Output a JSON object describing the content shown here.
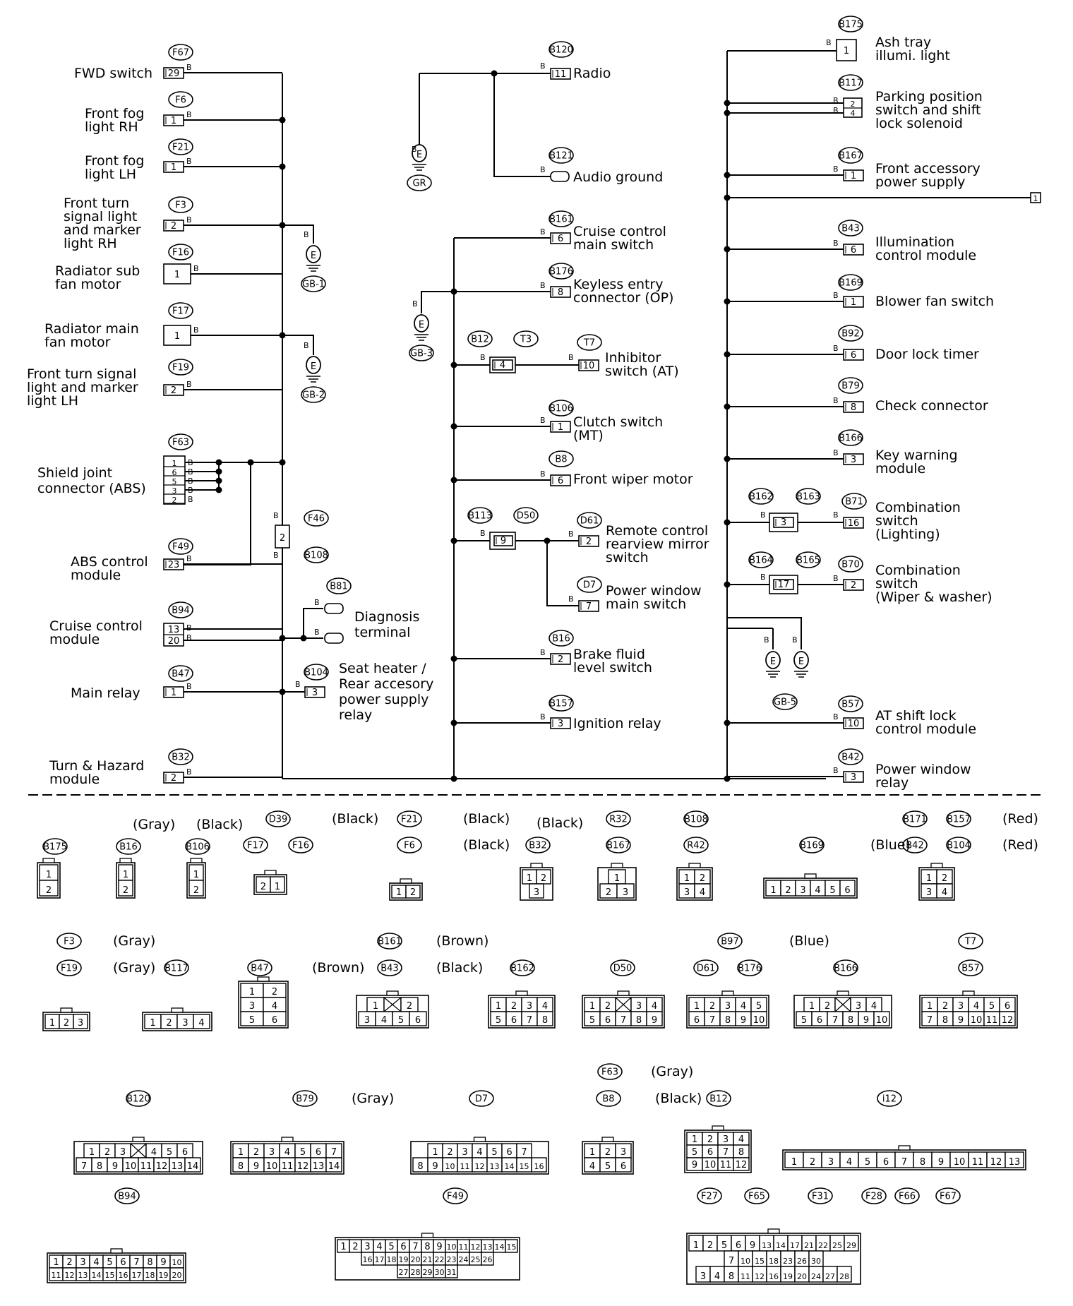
{
  "wire_color": "B",
  "components": [
    {
      "key": "fwd",
      "conn": "F67",
      "pins": [
        "29"
      ],
      "label": [
        "FWD switch"
      ]
    },
    {
      "key": "fogrh",
      "conn": "F6",
      "pins": [
        "1"
      ],
      "label": [
        "Front fog",
        "light RH"
      ]
    },
    {
      "key": "foglh",
      "conn": "F21",
      "pins": [
        "1"
      ],
      "label": [
        "Front fog",
        "light LH"
      ]
    },
    {
      "key": "turnrh",
      "conn": "F3",
      "pins": [
        "2"
      ],
      "label": [
        "Front turn",
        "signal light",
        "and marker",
        "light RH"
      ]
    },
    {
      "key": "radsub",
      "conn": "F16",
      "pins": [
        "1"
      ],
      "label": [
        "Radiator sub",
        "fan motor"
      ]
    },
    {
      "key": "radmain",
      "conn": "F17",
      "pins": [
        "1"
      ],
      "label": [
        "Radiator main",
        "fan motor"
      ]
    },
    {
      "key": "turnlh",
      "conn": "F19",
      "pins": [
        "2"
      ],
      "label": [
        "Front turn signal",
        "light  and marker",
        "light LH"
      ]
    },
    {
      "key": "shield",
      "conn": "F63",
      "pins": [
        "1",
        "6",
        "5",
        "3",
        "2"
      ],
      "label": [
        "Shield joint",
        "connector (ABS)"
      ]
    },
    {
      "key": "abs",
      "conn": "F49",
      "pins": [
        "23"
      ],
      "label": [
        "ABS control",
        "module"
      ]
    },
    {
      "key": "cruisemod",
      "conn": "B94",
      "pins": [
        "13",
        "20"
      ],
      "label": [
        "Cruise control",
        "module"
      ]
    },
    {
      "key": "mainrelay",
      "conn": "B47",
      "pins": [
        "1"
      ],
      "label": [
        "Main relay"
      ]
    },
    {
      "key": "turnhaz",
      "conn": "B32",
      "pins": [
        "2"
      ],
      "label": [
        "Turn & Hazard",
        "module"
      ]
    },
    {
      "key": "diag",
      "conn": "B81",
      "pins": [],
      "label": [
        "Diagnosis",
        "terminal"
      ]
    },
    {
      "key": "seatheater",
      "conn": "B104",
      "pins": [
        "3"
      ],
      "label": [
        "Seat heater /",
        "Rear accesory",
        "power supply",
        "relay"
      ]
    },
    {
      "key": "f46",
      "conn": "F46",
      "pins": [
        "2"
      ],
      "label": []
    },
    {
      "key": "b108",
      "conn": "B108",
      "pins": [],
      "label": []
    },
    {
      "key": "radio",
      "conn": "B120",
      "pins": [
        "11"
      ],
      "label": [
        "Radio"
      ]
    },
    {
      "key": "audiognd",
      "conn": "B121",
      "pins": [],
      "label": [
        "Audio ground"
      ]
    },
    {
      "key": "cruisesw",
      "conn": "B161",
      "pins": [
        "6"
      ],
      "label": [
        "Cruise control",
        "main switch"
      ]
    },
    {
      "key": "keyless",
      "conn": "B176",
      "pins": [
        "8"
      ],
      "label": [
        "Keyless entry",
        "connector (OP)"
      ]
    },
    {
      "key": "b12",
      "conn": "B12",
      "pins": [
        "4"
      ],
      "label": []
    },
    {
      "key": "t3",
      "conn": "T3",
      "pins": [],
      "label": []
    },
    {
      "key": "inhib",
      "conn": "T7",
      "pins": [
        "10"
      ],
      "label": [
        "Inhibitor",
        "switch (AT)"
      ]
    },
    {
      "key": "clutch",
      "conn": "B106",
      "pins": [
        "1"
      ],
      "label": [
        "Clutch switch",
        "(MT)"
      ]
    },
    {
      "key": "wiper",
      "conn": "B8",
      "pins": [
        "6"
      ],
      "label": [
        "Front wiper motor"
      ]
    },
    {
      "key": "b113",
      "conn": "B113",
      "pins": [
        "9"
      ],
      "label": []
    },
    {
      "key": "d50",
      "conn": "D50",
      "pins": [],
      "label": []
    },
    {
      "key": "mirror",
      "conn": "D61",
      "pins": [
        "2"
      ],
      "label": [
        "Remote control",
        "rearview mirror",
        "switch"
      ]
    },
    {
      "key": "pwmain",
      "conn": "D7",
      "pins": [
        "7"
      ],
      "label": [
        "Power window",
        "main switch"
      ]
    },
    {
      "key": "brake",
      "conn": "B16",
      "pins": [
        "2"
      ],
      "label": [
        "Brake fluid",
        "level switch"
      ]
    },
    {
      "key": "ign",
      "conn": "B157",
      "pins": [
        "3"
      ],
      "label": [
        "Ignition relay"
      ]
    },
    {
      "key": "ashtray",
      "conn": "B175",
      "pins": [
        "1"
      ],
      "label": [
        "Ash  tray",
        "illumi. light"
      ]
    },
    {
      "key": "parking",
      "conn": "B117",
      "pins": [
        "2",
        "4"
      ],
      "label": [
        "Parking position",
        "switch and shift",
        "lock solenoid"
      ]
    },
    {
      "key": "frontacc",
      "conn": "B167",
      "pins": [
        "1"
      ],
      "label": [
        "Front accessory",
        "power supply"
      ]
    },
    {
      "key": "illum",
      "conn": "B43",
      "pins": [
        "6"
      ],
      "label": [
        "Illumination",
        "control module"
      ]
    },
    {
      "key": "blower",
      "conn": "B169",
      "pins": [
        "1"
      ],
      "label": [
        "Blower fan switch"
      ]
    },
    {
      "key": "doorlock",
      "conn": "B92",
      "pins": [
        "6"
      ],
      "label": [
        "Door lock timer"
      ]
    },
    {
      "key": "check",
      "conn": "B79",
      "pins": [
        "8"
      ],
      "label": [
        "Check connector"
      ]
    },
    {
      "key": "keywarn",
      "conn": "B166",
      "pins": [
        "3"
      ],
      "label": [
        "Key warning",
        "module"
      ]
    },
    {
      "key": "b162",
      "conn": "B162",
      "pins": [
        "3"
      ],
      "label": []
    },
    {
      "key": "b163",
      "conn": "B163",
      "pins": [],
      "label": []
    },
    {
      "key": "comblight",
      "conn": "B71",
      "pins": [
        "16"
      ],
      "label": [
        "Combination",
        "switch",
        "(Lighting)"
      ]
    },
    {
      "key": "b164",
      "conn": "B164",
      "pins": [
        "17"
      ],
      "label": []
    },
    {
      "key": "b165",
      "conn": "B165",
      "pins": [],
      "label": []
    },
    {
      "key": "combwiper",
      "conn": "B70",
      "pins": [
        "2"
      ],
      "label": [
        "Combination",
        "switch",
        "(Wiper & washer)"
      ]
    },
    {
      "key": "atshift",
      "conn": "B57",
      "pins": [
        "10"
      ],
      "label": [
        "AT shift lock",
        "control module"
      ]
    },
    {
      "key": "pwrelay",
      "conn": "B42",
      "pins": [
        "3"
      ],
      "label": [
        "Power window",
        "relay"
      ]
    }
  ],
  "grounds": [
    {
      "key": "gr",
      "id": "GR"
    },
    {
      "key": "gb1",
      "id": "GB-1"
    },
    {
      "key": "gb2",
      "id": "GB-2"
    },
    {
      "key": "gb3",
      "id": "GB-3"
    },
    {
      "key": "gb5",
      "id": "GB-5"
    }
  ],
  "off_page_ref": "1",
  "ground_symbol": "E",
  "legend": [
    {
      "key": "l_b175",
      "ids": [
        "B175"
      ],
      "color": "",
      "rows": [
        [
          "1"
        ],
        [
          "2"
        ]
      ]
    },
    {
      "key": "l_b16",
      "ids": [
        "B16"
      ],
      "color": "(Gray)",
      "rows": [
        [
          "1"
        ],
        [
          "2"
        ]
      ]
    },
    {
      "key": "l_b106",
      "ids": [
        "B106"
      ],
      "color": "(Black)",
      "rows": [
        [
          "1"
        ],
        [
          "2"
        ]
      ]
    },
    {
      "key": "l_d39",
      "ids": [
        "D39",
        "F17",
        "F16"
      ],
      "color": "(Black)",
      "rows": [
        [
          "2",
          "1"
        ]
      ]
    },
    {
      "key": "l_f21",
      "ids": [
        "F21",
        "F6"
      ],
      "color": "(Black)",
      "rows": [
        [
          "1",
          "2"
        ]
      ]
    },
    {
      "key": "l_b32",
      "ids": [
        "B32"
      ],
      "color": "(Black)",
      "rows": [
        [
          "1",
          "2"
        ],
        [
          "3"
        ]
      ]
    },
    {
      "key": "l_r32",
      "ids": [
        "R32",
        "B167"
      ],
      "color": "",
      "rows": [
        [
          "1"
        ],
        [
          "2",
          "3"
        ]
      ]
    },
    {
      "key": "l_b108",
      "ids": [
        "B108",
        "R42"
      ],
      "color": "",
      "rows": [
        [
          "1",
          "2"
        ],
        [
          "3",
          "4"
        ]
      ]
    },
    {
      "key": "l_b169",
      "ids": [
        "B169"
      ],
      "color": "(Blue)",
      "rows": [
        [
          "1",
          "2",
          "3",
          "4",
          "5",
          "6"
        ]
      ]
    },
    {
      "key": "l_b171",
      "ids": [
        "B171",
        "B157",
        "B42",
        "B104"
      ],
      "color": "(Red)",
      "rows": [
        [
          "1",
          "2"
        ],
        [
          "3",
          "4"
        ]
      ]
    },
    {
      "key": "l_f3",
      "ids": [
        "F3",
        "F19"
      ],
      "color": "(Gray)",
      "rows": [
        [
          "1",
          "2",
          "3"
        ]
      ]
    },
    {
      "key": "l_b117",
      "ids": [
        "B117"
      ],
      "color": "",
      "rows": [
        [
          "1",
          "2",
          "3",
          "4"
        ]
      ]
    },
    {
      "key": "l_b47",
      "ids": [
        "B47"
      ],
      "color": "(Brown)",
      "rows": [
        [
          "1",
          "2"
        ],
        [
          "3",
          "4"
        ],
        [
          "5",
          "6"
        ]
      ]
    },
    {
      "key": "l_b161",
      "ids": [
        "B161"
      ],
      "color": "(Brown)",
      "rows": [
        [
          "1",
          "",
          "2"
        ],
        [
          "3",
          "4",
          "5",
          "6"
        ]
      ]
    },
    {
      "key": "l_b43",
      "ids": [
        "B43"
      ],
      "color": "(Black)",
      "rows": []
    },
    {
      "key": "l_b162",
      "ids": [
        "B162"
      ],
      "color": "",
      "rows": [
        [
          "1",
          "2",
          "3",
          "4"
        ],
        [
          "5",
          "6",
          "7",
          "8"
        ]
      ]
    },
    {
      "key": "l_d50",
      "ids": [
        "D50"
      ],
      "color": "",
      "rows": [
        [
          "1",
          "2",
          "",
          "3",
          "4"
        ],
        [
          "5",
          "6",
          "7",
          "8",
          "9"
        ]
      ]
    },
    {
      "key": "l_b97",
      "ids": [
        "B97",
        "D61",
        "B176"
      ],
      "color": "(Blue)",
      "rows": [
        [
          "1",
          "2",
          "3",
          "4",
          "5"
        ],
        [
          "6",
          "7",
          "8",
          "9",
          "10"
        ]
      ]
    },
    {
      "key": "l_b166",
      "ids": [
        "B166"
      ],
      "color": "",
      "rows": [
        [
          "1",
          "2",
          "",
          "3",
          "4"
        ],
        [
          "5",
          "6",
          "7",
          "8",
          "9",
          "10"
        ]
      ]
    },
    {
      "key": "l_t7",
      "ids": [
        "T7",
        "B57"
      ],
      "color": "",
      "rows": [
        [
          "1",
          "2",
          "3",
          "4",
          "5",
          "6"
        ],
        [
          "7",
          "8",
          "9",
          "10",
          "11",
          "12"
        ]
      ]
    },
    {
      "key": "l_b120",
      "ids": [
        "B120"
      ],
      "color": "",
      "rows": [
        [
          "1",
          "2",
          "3",
          "",
          "4",
          "5",
          "6"
        ],
        [
          "7",
          "8",
          "9",
          "10",
          "11",
          "12",
          "13",
          "14"
        ]
      ]
    },
    {
      "key": "l_b79",
      "ids": [
        "B79"
      ],
      "color": "(Gray)",
      "rows": [
        [
          "1",
          "2",
          "3",
          "4",
          "5",
          "6",
          "7"
        ],
        [
          "8",
          "9",
          "10",
          "11",
          "12",
          "13",
          "14"
        ]
      ]
    },
    {
      "key": "l_d7",
      "ids": [
        "D7"
      ],
      "color": "",
      "rows": [
        [
          "1",
          "2",
          "3",
          "4",
          "5",
          "6",
          "7"
        ],
        [
          "8",
          "9",
          "10",
          "11",
          "12",
          "13",
          "14",
          "15",
          "16"
        ]
      ]
    },
    {
      "key": "l_f63",
      "ids": [
        "F63",
        "B8"
      ],
      "colors": [
        "(Gray)",
        "(Black)"
      ],
      "rows": [
        [
          "1",
          "2",
          "3"
        ],
        [
          "4",
          "5",
          "6"
        ]
      ]
    },
    {
      "key": "l_b12",
      "ids": [
        "B12"
      ],
      "color": "",
      "rows": [
        [
          "1",
          "2",
          "3",
          "4"
        ],
        [
          "5",
          "6",
          "7",
          "8"
        ],
        [
          "9",
          "10",
          "11",
          "12"
        ]
      ]
    },
    {
      "key": "l_i12",
      "ids": [
        "i12"
      ],
      "color": "",
      "rows": [
        [
          "1",
          "2",
          "3",
          "4",
          "5",
          "6",
          "7",
          "8",
          "9",
          "10",
          "11",
          "12",
          "13"
        ]
      ]
    },
    {
      "key": "l_b94",
      "ids": [
        "B94"
      ],
      "color": "",
      "rows": [
        [
          "1",
          "2",
          "3",
          "4",
          "5",
          "6",
          "7",
          "8",
          "9",
          "10"
        ],
        [
          "11",
          "12",
          "13",
          "14",
          "15",
          "16",
          "17",
          "18",
          "19",
          "20"
        ]
      ]
    },
    {
      "key": "l_f49",
      "ids": [
        "F49"
      ],
      "color": "",
      "rows": [
        [
          "1",
          "2",
          "3",
          "4",
          "5",
          "6",
          "7",
          "8",
          "9",
          "10",
          "11",
          "12",
          "13",
          "14",
          "15"
        ],
        [
          "16",
          "17",
          "18",
          "19",
          "20",
          "21",
          "22",
          "23",
          "24",
          "25",
          "26"
        ],
        [
          "27",
          "28",
          "29",
          "30",
          "31"
        ]
      ]
    },
    {
      "key": "l_f27",
      "ids": [
        "F27",
        "F65",
        "F31",
        "F28",
        "F66",
        "F67"
      ],
      "color": "",
      "rows": [
        [
          "1",
          "2",
          "5",
          "6",
          "9",
          "13",
          "14",
          "17",
          "21",
          "22",
          "25",
          "29"
        ],
        [
          "7",
          "10",
          "15",
          "18",
          "23",
          "26",
          "30"
        ],
        [
          "3",
          "4",
          "8",
          "11",
          "12",
          "16",
          "19",
          "20",
          "24",
          "27",
          "28"
        ]
      ]
    }
  ]
}
